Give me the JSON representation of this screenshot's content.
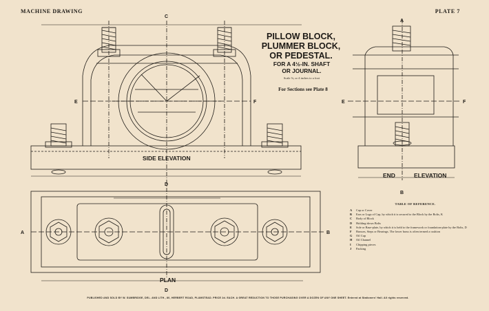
{
  "header": {
    "left": "MACHINE DRAWING",
    "right": "PLATE 7"
  },
  "title_block": {
    "title_lines": [
      "PILLOW BLOCK,",
      "PLUMMER BLOCK,",
      "OR PEDESTAL."
    ],
    "subtitle_lines": [
      "FOR A 4½-IN. SHAFT",
      "OR JOURNAL."
    ],
    "scale": "Scale ⅛, or 4 inches to a foot",
    "sections_note": "For Sections see Plate 8"
  },
  "views": {
    "side_elevation": "SIDE ELEVATION",
    "end_elevation_left": "END",
    "end_elevation_right": "ELEVATION",
    "plan": "PLAN"
  },
  "section_marks": [
    "A",
    "B",
    "C",
    "D",
    "E",
    "F"
  ],
  "reference": {
    "title": "TABLE OF REFERENCE.",
    "items": [
      {
        "key": "A",
        "text": "Cap or Cover"
      },
      {
        "key": "B",
        "text": "Ears or Lugs of Cap, by which it is secured to the Block by the Bolts, K"
      },
      {
        "key": "C",
        "text": "Body of Block"
      },
      {
        "key": "D",
        "text": "Holding-down Bolts"
      },
      {
        "key": "E",
        "text": "Sole or Base-plate, by which it is held to the framework or foundation-plate by the Bolts, D"
      },
      {
        "key": "F",
        "text": "Brasses, Steps or Bearings. The lower brass is often termed a cushion"
      },
      {
        "key": "G",
        "text": "Oil Cup"
      },
      {
        "key": "H",
        "text": "Oil Channel"
      },
      {
        "key": "I",
        "text": "Chipping pieces"
      },
      {
        "key": "J",
        "text": "Packing"
      }
    ]
  },
  "footer": "PUBLISHED AND SOLD BY W. SUMBRIDGE, DEL. AND LITH., 80, HERBERT ROAD, PLUMSTEAD. PRICE 2d. EACH. A GREAT REDUCTION TO THOSE PURCHASING OVER A DOZEN OF ANY ONE SHEET. Entered at Stationers' Hall. All rights reserved.",
  "colors": {
    "paper": "#f1e3cc",
    "ink": "#1d1a16"
  }
}
